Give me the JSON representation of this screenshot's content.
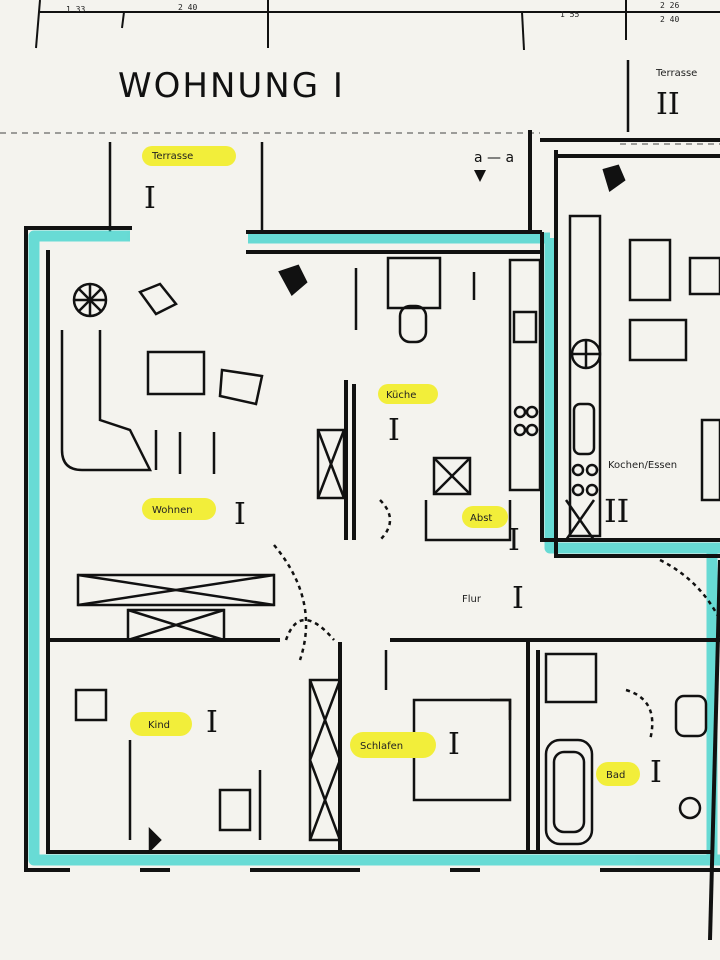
{
  "title": "WOHNUNG I",
  "dimensions": {
    "d1": "1 33",
    "d2": "2 40",
    "d3": "1 55",
    "d4": "2 26",
    "d5": "2 40"
  },
  "section_marker": "a — a",
  "rooms": [
    {
      "id": "terrasse",
      "label": "Terrasse",
      "unit": "I"
    },
    {
      "id": "terrasse-ii",
      "label": "Terrasse",
      "unit": "II"
    },
    {
      "id": "kueche",
      "label": "Küche",
      "unit": "I"
    },
    {
      "id": "wohnen",
      "label": "Wohnen",
      "unit": "I"
    },
    {
      "id": "abst",
      "label": "Abst",
      "unit": "I"
    },
    {
      "id": "flur",
      "label": "Flur",
      "unit": "I"
    },
    {
      "id": "kind",
      "label": "Kind",
      "unit": "I"
    },
    {
      "id": "schlafen",
      "label": "Schlafen",
      "unit": "I"
    },
    {
      "id": "bad",
      "label": "Bad",
      "unit": "I"
    },
    {
      "id": "kochen-essen",
      "label": "Kochen/Essen",
      "unit": "II"
    }
  ],
  "colors": {
    "paper": "#f4f3ee",
    "ink": "#111111",
    "wall_highlight": "#4fd6d0",
    "label_highlight": "#f2ee3a"
  }
}
